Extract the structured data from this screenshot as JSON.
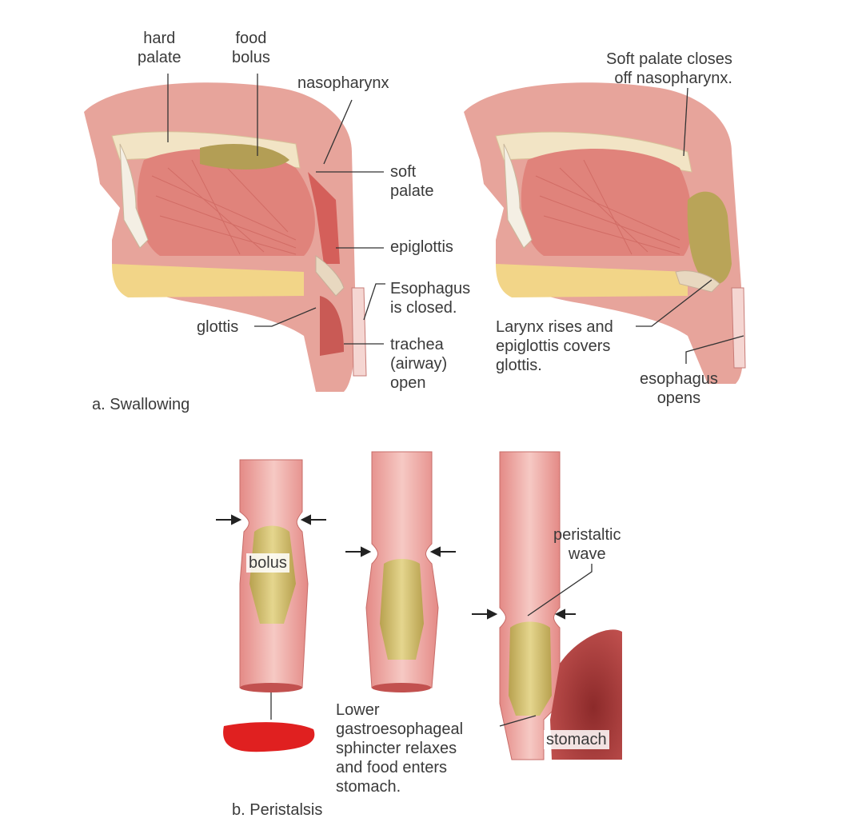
{
  "swallowing": {
    "caption": "a. Swallowing",
    "left_labels": {
      "hard_palate": "hard\npalate",
      "food_bolus": "food\nbolus",
      "nasopharynx": "nasopharynx",
      "soft_palate": "soft\npalate",
      "epiglottis": "epiglottis",
      "esophagus_closed": "Esophagus\nis closed.",
      "glottis": "glottis",
      "trachea_open": "trachea\n(airway)\nopen"
    },
    "right_labels": {
      "soft_palate_closes": "Soft palate closes\noff nasopharynx.",
      "larynx_rises": "Larynx rises and\nepiglottis covers\nglottis.",
      "esophagus_opens": "esophagus\nopens"
    }
  },
  "peristalsis": {
    "caption": "b. Peristalsis",
    "labels": {
      "bolus": "bolus",
      "peristaltic_wave": "peristaltic\nwave",
      "lower_sphincter": "Lower\ngastroesophageal\nsphincter relaxes\nand food enters\nstomach.",
      "stomach": "stomach"
    }
  },
  "colors": {
    "tissue": "#e9a29a",
    "tissue_dark": "#c2514f",
    "muscle": "#e07e78",
    "bone": "#f1e2c2",
    "fat": "#f3d27a",
    "bolus": "#c9b56a",
    "redaction": "#e02020"
  }
}
